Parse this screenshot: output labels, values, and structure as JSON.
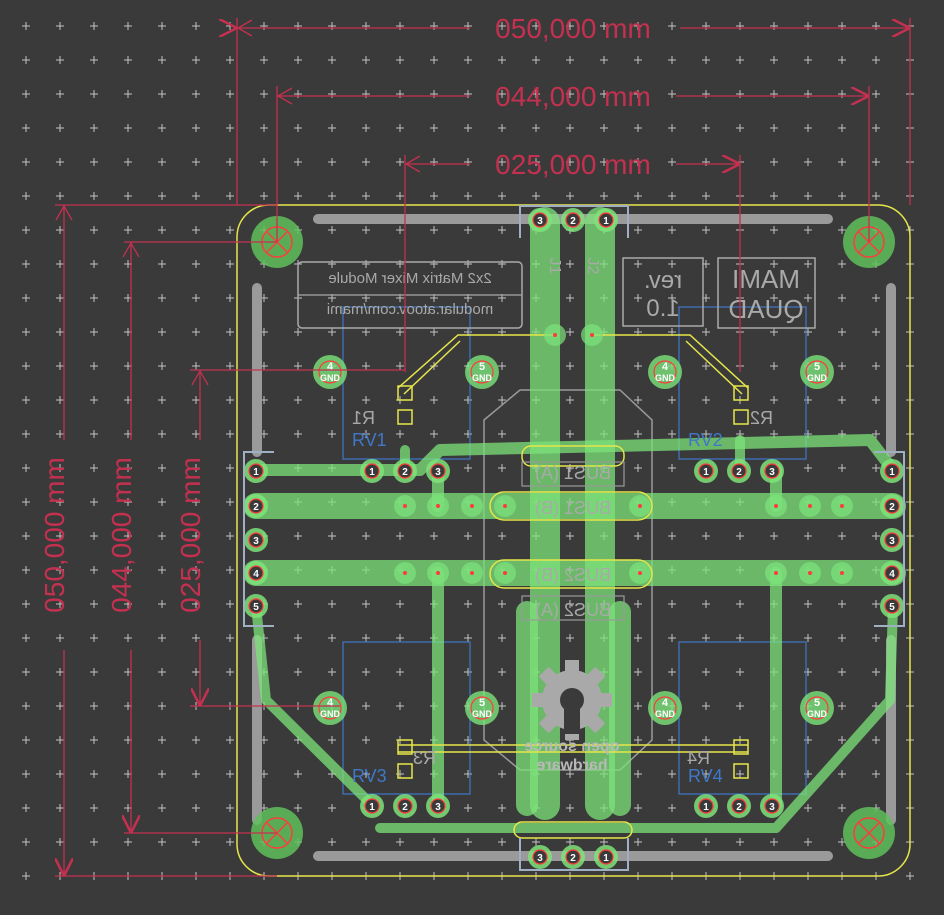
{
  "colors": {
    "background": "#3a3a3a",
    "grid_cross": "#bdbdbd",
    "dimension": "#c4304f",
    "board_outline": "#e6e64a",
    "copper": "#7ce37a",
    "pad_ring": "#ff3b3b",
    "silk": "#a9a9a9",
    "silk_blue": "#3f78c8",
    "hole": "#2b2b2b"
  },
  "dimensions": {
    "width_outer": "050,000 mm",
    "width_inner": "044,000 mm",
    "width_pot": "025,000 mm",
    "height_outer": "050,000 mm",
    "height_inner": "044,000 mm",
    "height_pot": "025,000 mm"
  },
  "silkscreen": {
    "module_title": "2x2 Matrix Mixer Module",
    "module_url": "modular.atoov.com/mami",
    "rev_line1": "rev.",
    "rev_line2": "1.0",
    "brand_line1": "MAMI",
    "brand_line2": "QUAD",
    "bus1a": "BUS1 (A)",
    "bus1b": "BUS1 (B)",
    "bus2b": "BUS2 (B)",
    "bus2a": "BUS2 (A)",
    "osh_line1": "open source",
    "osh_line2": "hardware",
    "j1": "J1",
    "j2": "J2",
    "gnd": "GND",
    "pin4": "4",
    "pin5": "5"
  },
  "components": {
    "rv1": "RV1",
    "rv2": "RV2",
    "rv3": "RV3",
    "rv4": "RV4",
    "r1": "R1",
    "r2": "R2",
    "r3": "R3",
    "r4": "R4"
  },
  "header_pins": {
    "left": [
      "1",
      "2",
      "3",
      "4",
      "5"
    ],
    "right": [
      "1",
      "2",
      "3",
      "4",
      "5"
    ],
    "top": [
      "3",
      "2",
      "1"
    ],
    "bottom": [
      "3",
      "2",
      "1"
    ],
    "pot": [
      "1",
      "2",
      "3"
    ]
  }
}
